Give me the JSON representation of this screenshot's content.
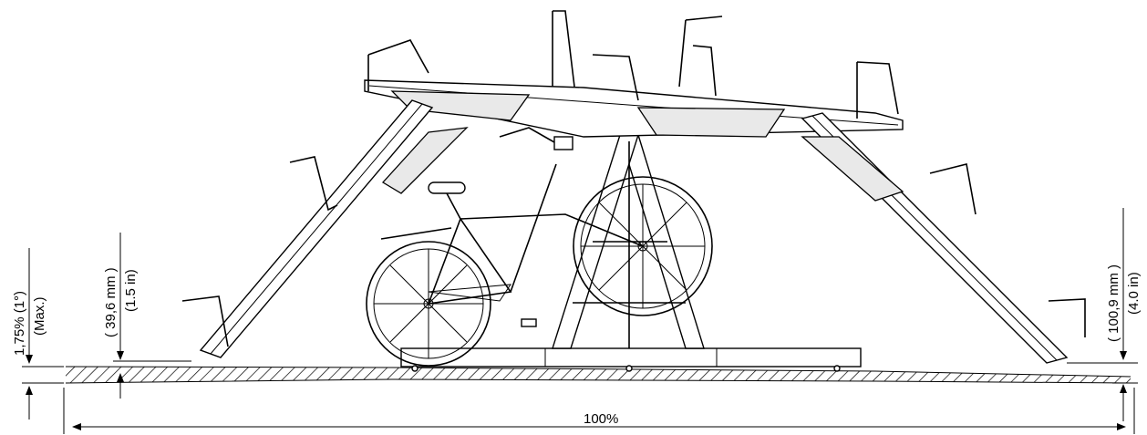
{
  "dimensions": {
    "left_slope": {
      "percent": "1,75% (1°)",
      "note": "(Max.)"
    },
    "left_offset": {
      "metric": "( 39,6 mm )",
      "imperial": "(1.5 in)"
    },
    "right_offset": {
      "metric": "( 100,9 mm )",
      "imperial": "(4.0 in)"
    },
    "width": "100%"
  }
}
